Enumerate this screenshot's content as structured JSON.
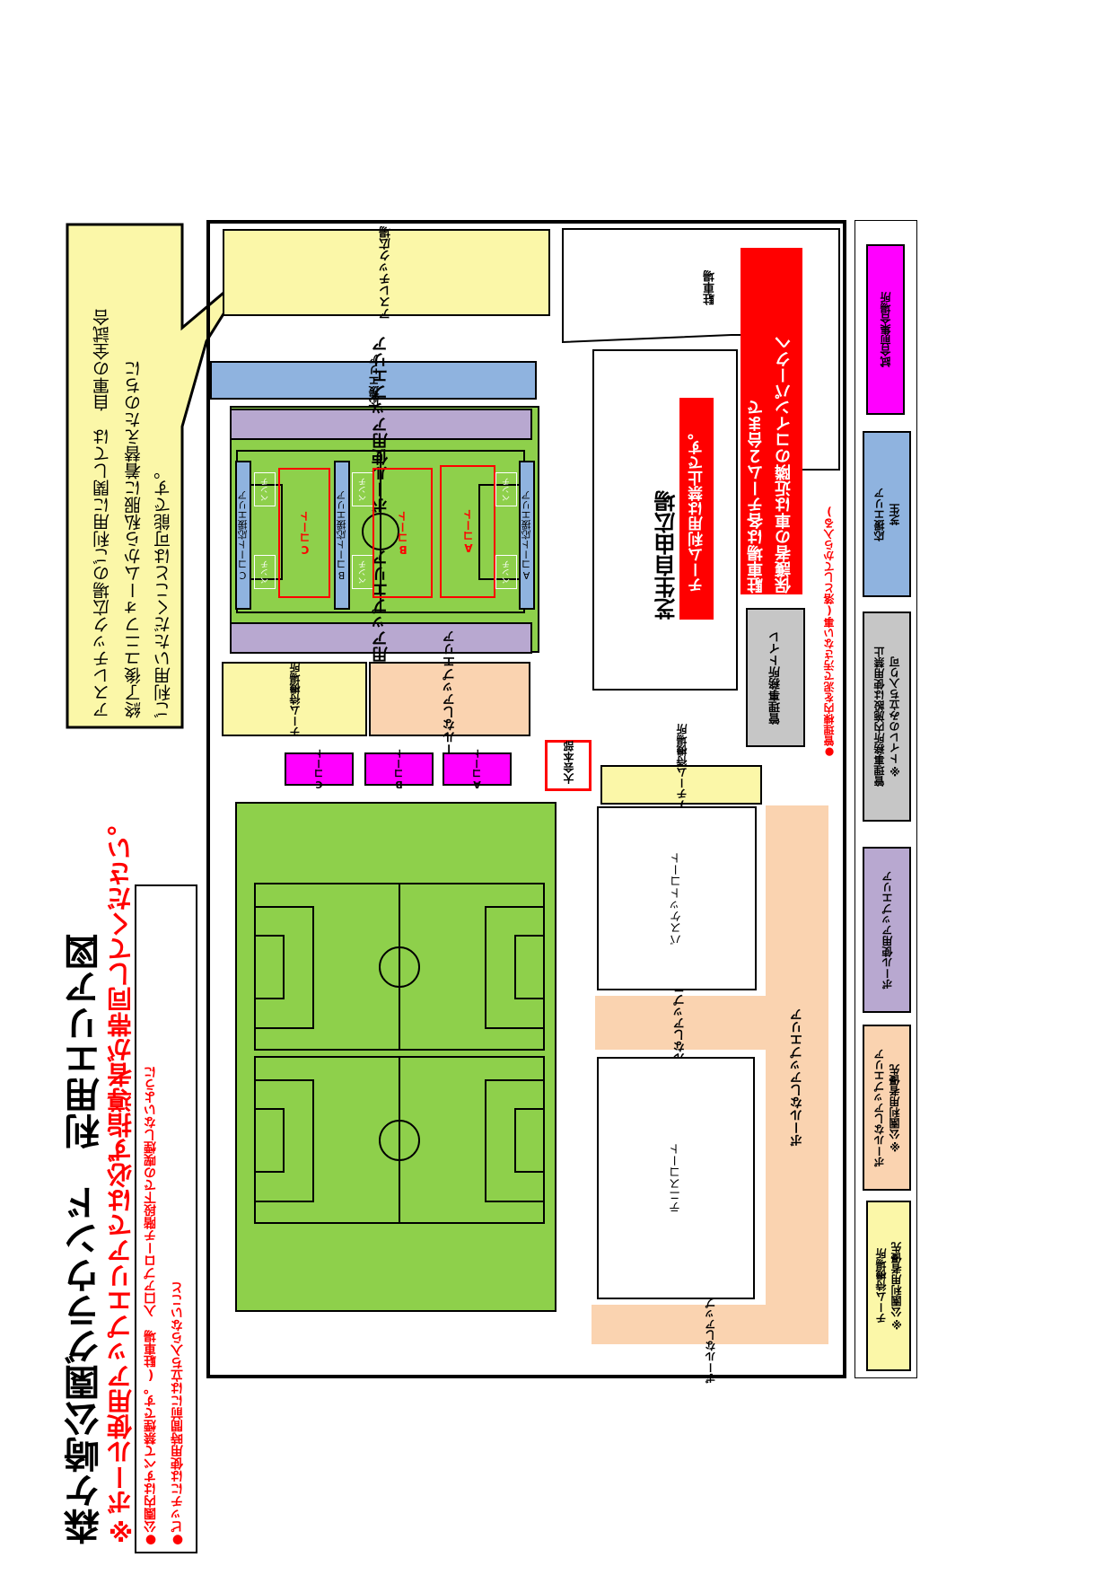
{
  "title": "森ケ崎公園グラウンド　利用エリア図",
  "subtitle": "※ボール使用アップエリアでは必ず指導者が帯同してください。",
  "notes": [
    "●公園内はすべて禁煙です。(駐車場　入口アプローチ階段下での喫煙しないように",
    "●ピッチには使用時間前には立ち入らないこと"
  ],
  "callout": {
    "line1": "アスレチック広場のご利用に関しては　自軍の全試合",
    "line2": "終了後ユニフォームから私服に着替えたのちに",
    "line3": "ご利用いただくことは可能です。"
  },
  "areas": {
    "athletic": "アスレチック広場",
    "parking": "駐車場",
    "support_top": "応援エリア",
    "ball_up_top": "ボール使用アップエリア",
    "ball_up_bottom": "ボール使用アップエリア",
    "c_support": "Cコート応援エリア",
    "b_support": "Bコート応援エリア",
    "a_support": "Aコート応援エリア",
    "bench": "ベンチ",
    "c_court": "Cコート",
    "b_court": "Bコート",
    "a_court": "Aコート",
    "team_wait_1": "チーム待機場所",
    "no_ball_up_1": "ボールなしアップエリア",
    "lawn_plaza": "芝生自由広場",
    "team_ban": "チーム利用は禁止です。",
    "parking_note_line1": "駐車場は各チーム２台まで",
    "parking_note_line2": "保護者の車は近隣のコインパークへ",
    "office_toilet": "管理事務所トイレ",
    "mud_note": "●管理棟内を泥で汚さない事(落としてから入る)",
    "c_gather": "Cコート",
    "b_gather": "Bコート",
    "a_gather": "Aコート",
    "hq": "大会本部",
    "passage_wait": "(通路)チーム待機場所",
    "basket": "バスケットコート",
    "tennis": "テニスコート",
    "no_ball_up_2": "ボールなしアップエリア",
    "no_ball_up_3": "ボールなしアップエリア",
    "no_ball_up_4": "ボールなしアップエリア"
  },
  "legend": {
    "pre_match": "試合前集合場所",
    "support_lawn_1": "応援エリア",
    "support_lawn_2": "芝生",
    "office_ban_1": "管理事務所内施設は使用禁止",
    "office_ban_2": "※トイレのみ立ち入り可",
    "ball_up": "ボール使用アップエリア",
    "no_ball_1": "ボールなしアップエリア",
    "no_ball_2": "※公園利用者優先",
    "team_wait_1": "チーム待機場所",
    "team_wait_2": "※公園利用者優先"
  },
  "colors": {
    "yellow": "#fbf7a8",
    "peach": "#fad3b0",
    "lavender": "#b8a8d0",
    "blue": "#8fb3df",
    "magenta": "#ff00ff",
    "green": "#8ed04b",
    "red": "#ff0000",
    "gray": "#c6c6c6"
  }
}
